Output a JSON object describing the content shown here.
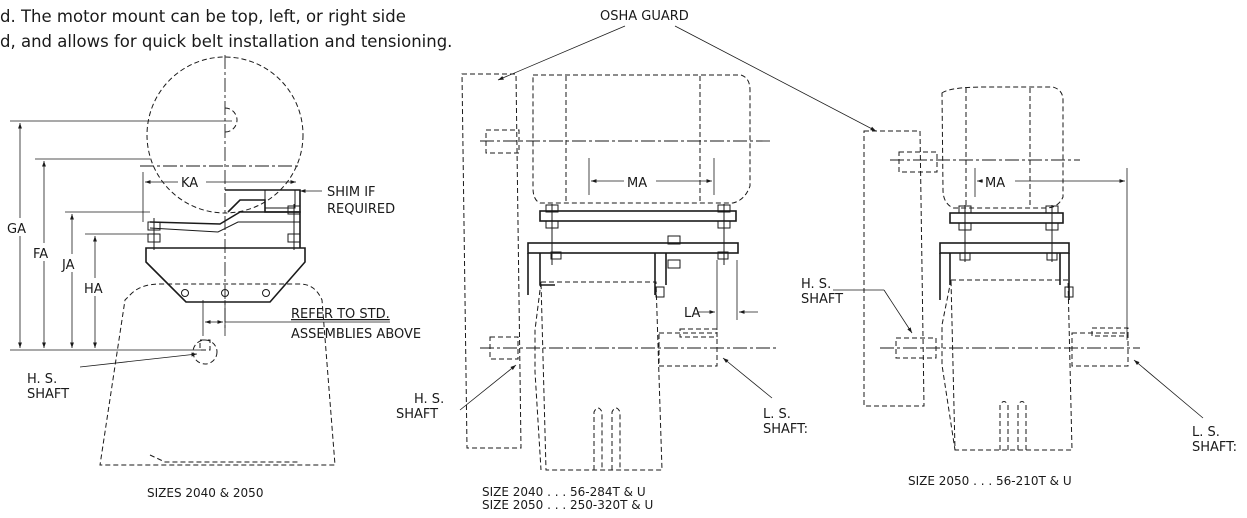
{
  "intro": {
    "line1": "d. The motor mount can be top, left, or right side",
    "line2": "d, and allows for quick belt installation and tensioning."
  },
  "labels": {
    "osha_guard": "OSHA GUARD",
    "shim_line1": "SHIM IF",
    "shim_line2": "REQUIRED",
    "refer_line1": "REFER TO STD.",
    "refer_line2": "ASSEMBLIES ABOVE",
    "hs_line1": "H. S.",
    "hs_line2": "SHAFT",
    "ls_line1": "L. S.",
    "ls_line2": "SHAFT:"
  },
  "dimensions": {
    "ga": "GA",
    "fa": "FA",
    "ja": "JA",
    "ha": "HA",
    "ka": "KA",
    "ma": "MA",
    "la": "LA"
  },
  "captions": {
    "left": "SIZES 2040 & 2050",
    "middle_line1": "SIZE 2040 . . . 56-284T & U",
    "middle_line2": "SIZE 2050 . . . 250-320T & U",
    "right": "SIZE 2050 . . . 56-210T & U"
  }
}
